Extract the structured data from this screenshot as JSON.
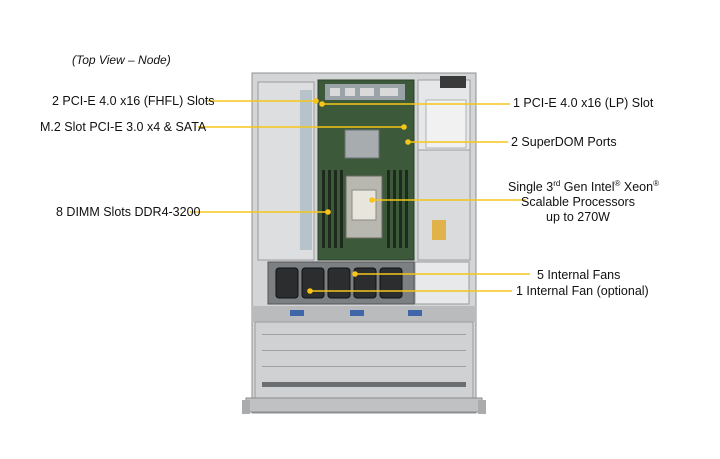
{
  "caption": "(Top View – Node)",
  "callouts": {
    "pcie_fhfl": "2 PCI-E 4.0 x16 (FHFL) Slots",
    "m2_slot": "M.2 Slot PCI-E 3.0 x4 & SATA",
    "dimm": "8 DIMM Slots DDR4-3200",
    "pcie_lp": "1 PCI-E 4.0 x16 (LP) Slot",
    "superdom": "2 SuperDOM Ports",
    "cpu_line1_a": "Single 3",
    "cpu_line1_sup1": "rd",
    "cpu_line1_b": " Gen Intel",
    "cpu_line1_sup2": "®",
    "cpu_line1_c": " Xeon",
    "cpu_line1_sup3": "®",
    "cpu_line2": "Scalable Processors",
    "cpu_line3": "up to 270W",
    "fans_internal": "5 Internal  Fans",
    "fan_optional": "1 Internal  Fan (optional)"
  },
  "colors": {
    "callout_line": "#f5c518",
    "chassis_metal": "#c9cbcc",
    "board_green": "#3c5a3a"
  }
}
